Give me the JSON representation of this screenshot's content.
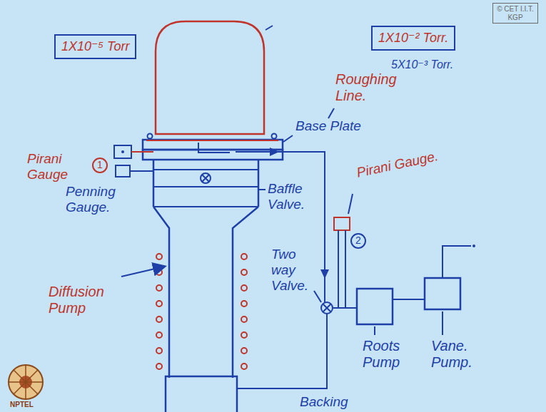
{
  "diagram": {
    "nodes": [
      {
        "text": [
          "© CET I.I.T. KGP"
        ]
      },
      {
        "text": [
          "1X10⁻⁵ Torr"
        ]
      },
      {
        "text": [
          "1X10⁻² Torr."
        ]
      }
    ],
    "labels": [
      "5X10⁻³ Torr.",
      "Base Plate",
      "Roughing Line.",
      "Pirani Gauge",
      "1",
      "Pirani Gauge.",
      "2",
      "Penning Gauge.",
      "Baffle Valve.",
      "Diffusion Pump",
      "Two way Valve.",
      "Roots Pump",
      "Vane. Pump.",
      "Backing",
      "NPTEL"
    ]
  }
}
